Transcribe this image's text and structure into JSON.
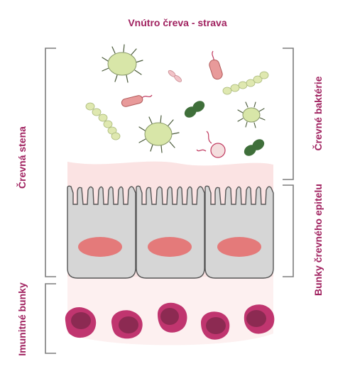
{
  "title": "Vnútro čreva - strava",
  "labels": {
    "gut_wall": "Črevná stena",
    "gut_bacteria": "Črevné baktérie",
    "epithelial_cells": "Bunky črevného epitelu",
    "immune_cells": "Imunitné bunky"
  },
  "colors": {
    "label_text": "#a0215f",
    "bracket": "#7d7d7d",
    "mucus": "#fbe3e3",
    "cell_fill": "#d6d6d6",
    "cell_outline": "#555555",
    "nucleus": "#e47a7a",
    "immune_cell": "#c0356f",
    "immune_nucleus": "#8c2a52",
    "bacteria_light_green": "#d8e6a8",
    "bacteria_dark_green": "#3f6f3a",
    "bacteria_pink": "#e89a9a"
  },
  "counts": {
    "epithelial_cells": 3,
    "immune_cells": 5
  }
}
